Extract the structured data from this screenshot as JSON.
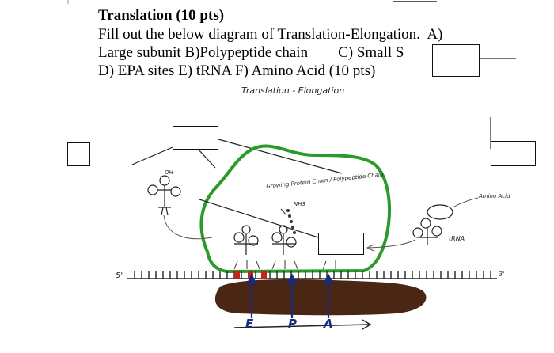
{
  "question": {
    "title": "Translation (10 pts)",
    "line1": "Fill out the below diagram of Translation-Elongation.  A)",
    "line2": "Large subunit B)Polypeptide chain        C) Small S",
    "line3": "D) EPA sites E) tRNA F) Amino Acid (10 pts)"
  },
  "diagram": {
    "handwritten_title": "Translation - Elongation",
    "labels": {
      "growing_chain": "Growing Protein Chain / Polypeptide Chain",
      "amino_acid": "Amino Acid",
      "trna": "tRNA",
      "five_prime": "5'",
      "three_prime": "3'",
      "site_e": "E",
      "site_p": "P",
      "site_a": "A",
      "oh": "OH",
      "nh2": "NH3"
    },
    "colors": {
      "ribosome_outline": "#2a9a2a",
      "small_subunit": "#4a2614",
      "codon_marks": "#c0241c",
      "arrows": "#1a2a7a"
    }
  }
}
